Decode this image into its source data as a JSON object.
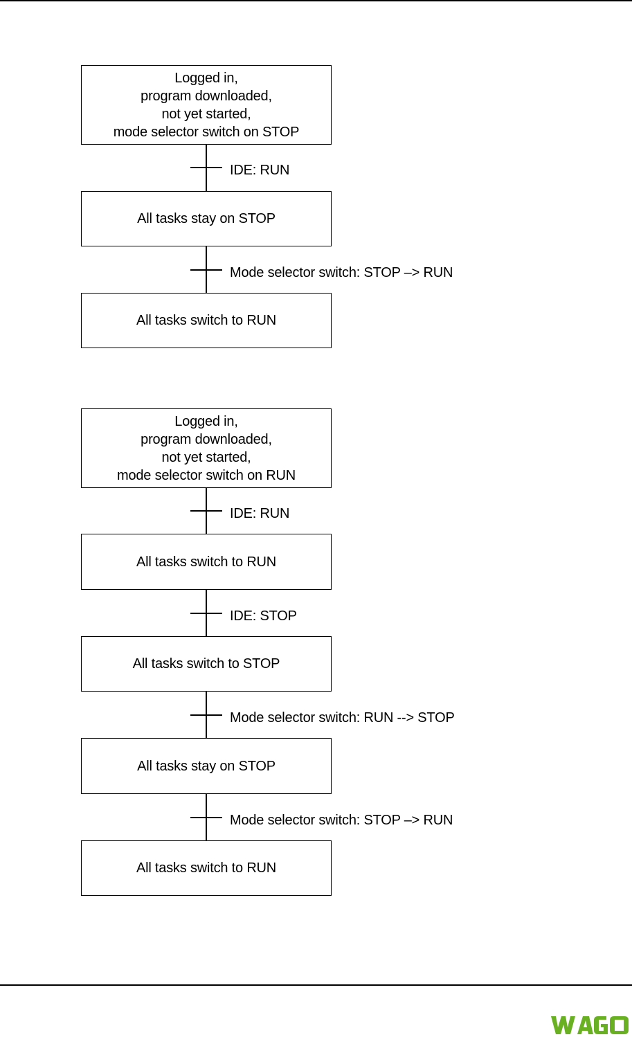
{
  "diagram1": {
    "box1": [
      "Logged in,",
      "program downloaded,",
      "not yet started,",
      "mode selector switch on STOP"
    ],
    "trans1": "IDE: RUN",
    "box2": "All tasks stay on STOP",
    "trans2": "Mode selector switch: STOP –> RUN",
    "box3": "All tasks switch to RUN"
  },
  "diagram2": {
    "box1": [
      "Logged in,",
      "program downloaded,",
      "not yet started,",
      "mode selector switch on RUN"
    ],
    "trans1": "IDE: RUN",
    "box2": "All tasks switch to RUN",
    "trans2": "IDE: STOP",
    "box3": "All tasks switch to STOP",
    "trans3": "Mode selector switch: RUN --> STOP",
    "box4": "All tasks stay on STOP",
    "trans4": "Mode selector switch: STOP –> RUN",
    "box5": "All tasks switch to RUN"
  },
  "footer": {
    "logo_text": "WAGO",
    "logo_color": "#6ab023"
  }
}
